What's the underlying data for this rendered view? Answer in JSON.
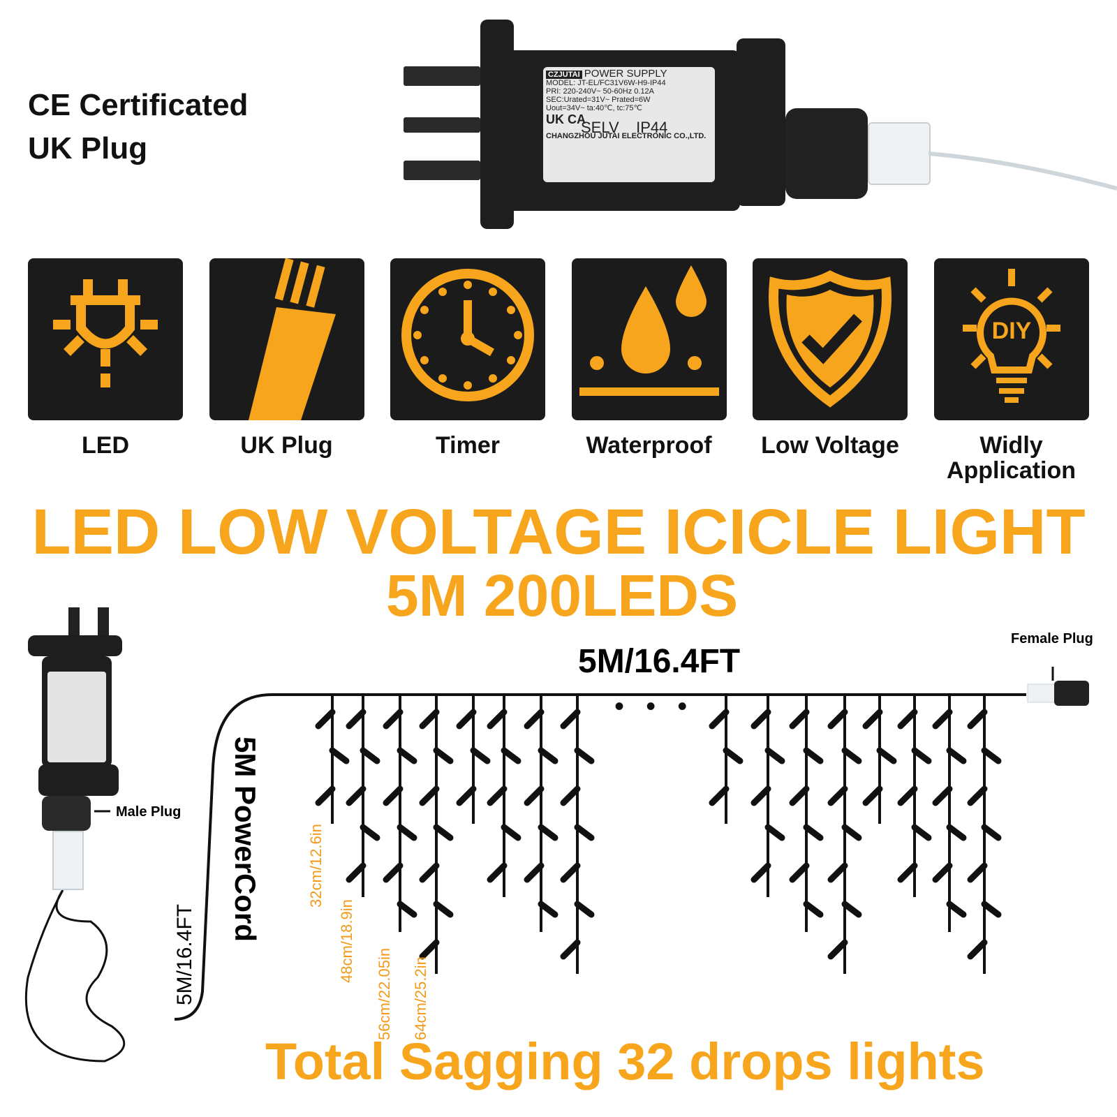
{
  "header": {
    "line1": "CE Certificated",
    "line2": "UK Plug"
  },
  "power_supply_label": {
    "brand": "CZJUTAI",
    "title": "POWER SUPPLY",
    "model": "MODEL: JT-EL/FC31V6W-H9-IP44",
    "pri": "PRI: 220-240V~ 50-60Hz 0.12A",
    "sec": "SEC:Urated=31V~   Prated=6W",
    "out": "Uout=34V~   ta:40℃, tc:75℃",
    "ukca": "UK CA",
    "selv": "SELV",
    "ip": "IP44",
    "maker": "CHANGZHOU JUTAI ELECTRONIC CO.,LTD."
  },
  "features": [
    {
      "icon": "led-icon",
      "label": "LED"
    },
    {
      "icon": "uk-plug-icon",
      "label": "UK Plug"
    },
    {
      "icon": "timer-icon",
      "label": "Timer"
    },
    {
      "icon": "waterproof-icon",
      "label": "Waterproof"
    },
    {
      "icon": "shield-check-icon",
      "label": "Low Voltage"
    },
    {
      "icon": "diy-bulb-icon",
      "label": "Widly Application",
      "diy": "DIY"
    }
  ],
  "title": {
    "line1": "LED LOW VOLTAGE ICICLE LIGHT",
    "line2": "5M 200LEDS"
  },
  "diagram": {
    "length": "5M/16.4FT",
    "female_plug": "Female Plug",
    "male_plug": "Male Plug",
    "power_cord": "5M PowerCord",
    "cord_length": "5M/16.4FT",
    "drop_lengths": [
      "32cm/12.6in",
      "48cm/18.9in",
      "56cm/22.05in",
      "64cm/25.2in"
    ],
    "drop_length_values_cm": [
      32,
      48,
      56,
      64
    ],
    "ellipsis": "• • •"
  },
  "footer": "Total Sagging 32 drops lights",
  "colors": {
    "accent": "#f7a51c",
    "tile": "#1b1b1b"
  }
}
